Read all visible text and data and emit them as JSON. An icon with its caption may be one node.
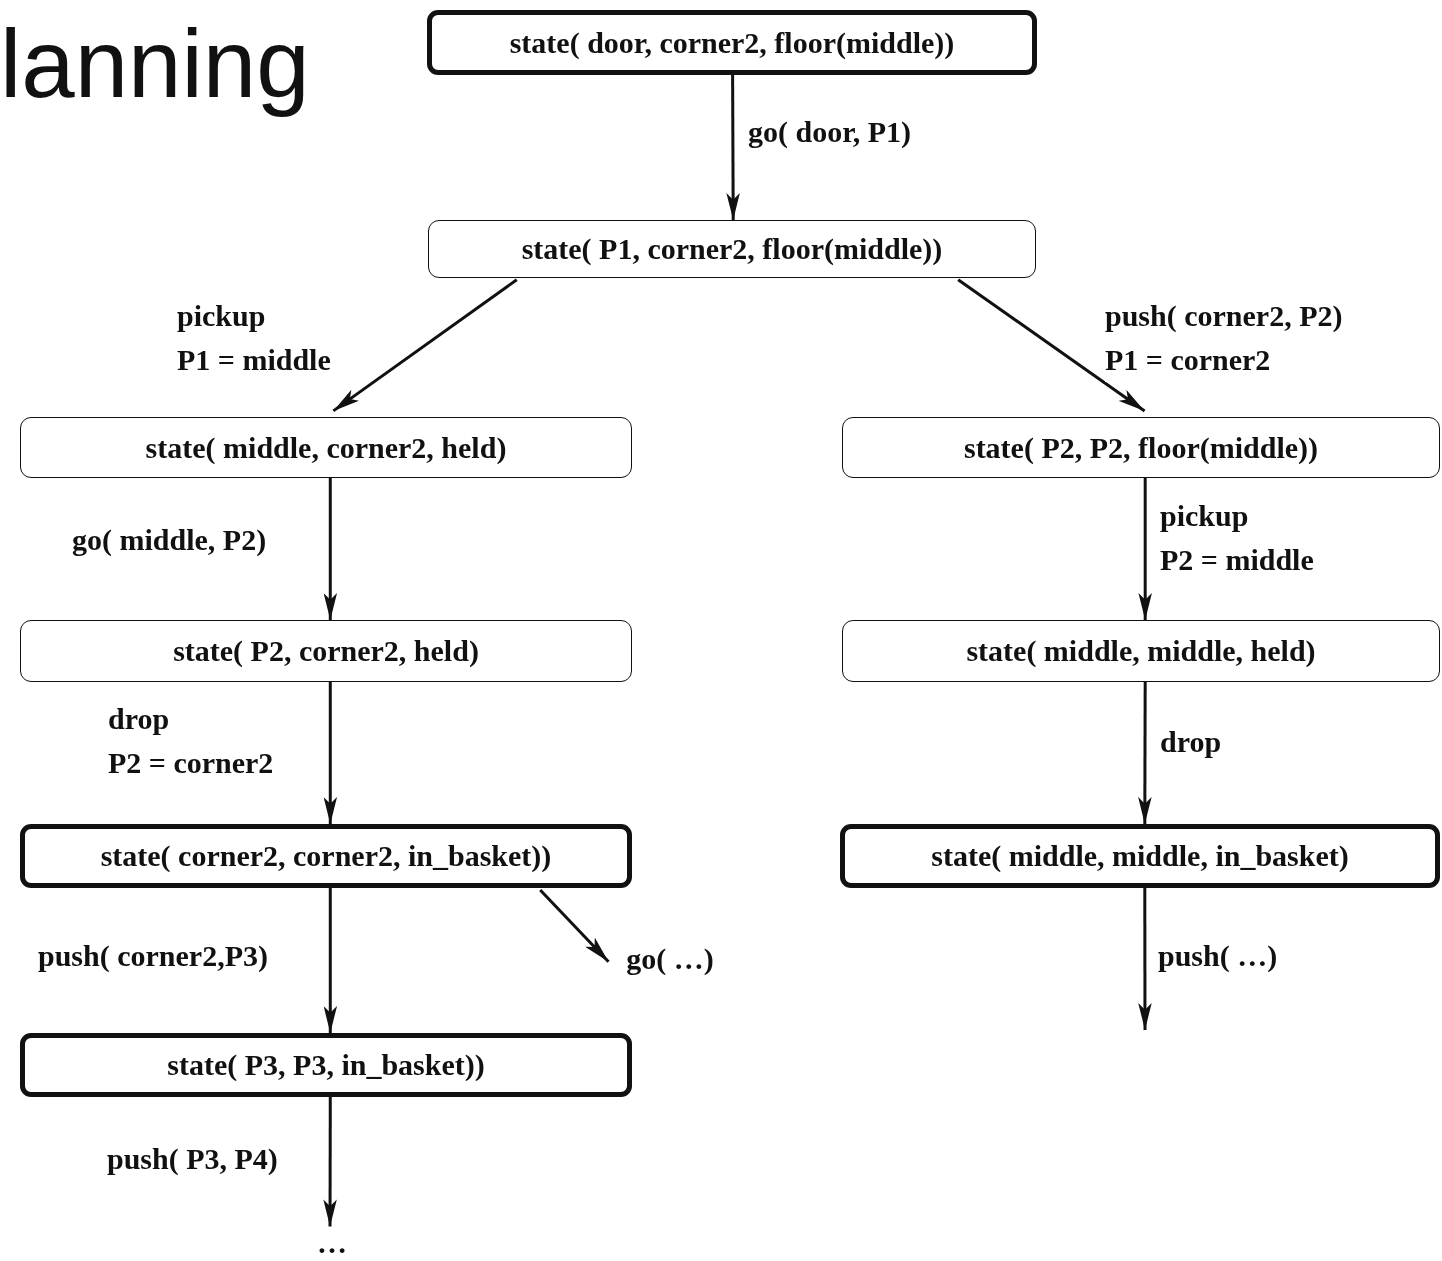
{
  "diagram": {
    "title": "lanning",
    "nodes": [
      {
        "text": [
          "state( door, corner2, floor(middle))"
        ]
      },
      {
        "text": [
          "state( P1, corner2, floor(middle))"
        ]
      },
      {
        "text": [
          "state( middle, corner2, held)"
        ]
      },
      {
        "text": [
          "state( P2, P2, floor(middle))"
        ]
      },
      {
        "text": [
          "state( P2, corner2, held)"
        ]
      },
      {
        "text": [
          "state( middle, middle, held)"
        ]
      },
      {
        "text": [
          "state( corner2, corner2, in_basket))"
        ]
      },
      {
        "text": [
          "state( middle, middle, in_basket)"
        ]
      },
      {
        "text": [
          "state( P3, P3, in_basket))"
        ]
      },
      {
        "text": [
          "go( …)"
        ]
      },
      {
        "text": [
          "…"
        ]
      }
    ],
    "edges": [
      {
        "from": 0,
        "to": 1,
        "arrow": "to",
        "label": "go( door, P1)"
      },
      {
        "from": 1,
        "to": 2,
        "arrow": "to",
        "label": "pickup P1 = middle"
      },
      {
        "from": 1,
        "to": 3,
        "arrow": "to",
        "label": "push( corner2, P2) P1 = corner2"
      },
      {
        "from": 2,
        "to": 4,
        "arrow": "to",
        "label": "go( middle, P2)"
      },
      {
        "from": 3,
        "to": 5,
        "arrow": "to",
        "label": "pickup P2 = middle"
      },
      {
        "from": 4,
        "to": 6,
        "arrow": "to",
        "label": "drop P2 = corner2"
      },
      {
        "from": 5,
        "to": 7,
        "arrow": "to",
        "label": "drop"
      },
      {
        "from": 6,
        "to": 8,
        "arrow": "to",
        "label": "push( corner2,P3)"
      },
      {
        "from": 6,
        "to": 9,
        "arrow": "to"
      },
      {
        "from": 7,
        "to": null,
        "arrow": "to",
        "label": "push( …)"
      },
      {
        "from": 8,
        "to": 10,
        "arrow": "to",
        "label": "push( P3, P4)"
      }
    ]
  }
}
